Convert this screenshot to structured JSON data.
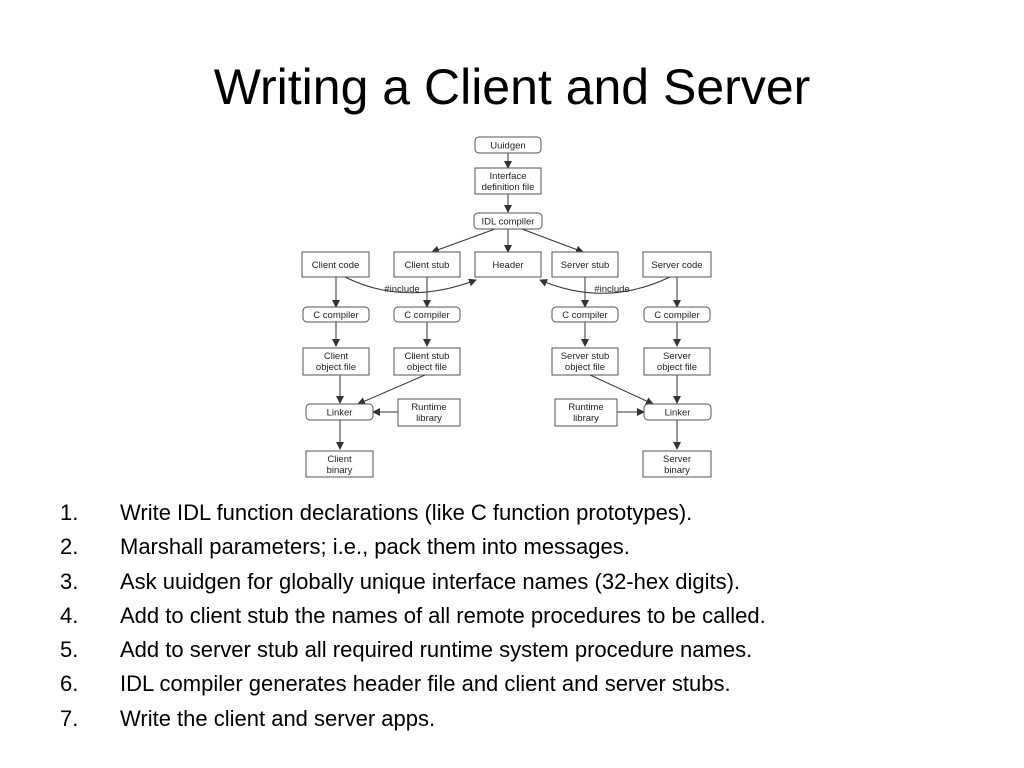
{
  "slide": {
    "title": "Writing a Client and Server"
  },
  "diagram": {
    "boxes": {
      "uuidgen": "Uuidgen",
      "interface_definition_file": [
        "Interface",
        "definition file"
      ],
      "idl_compiler": "IDL compiler",
      "client_code": "Client code",
      "client_stub": "Client stub",
      "header": "Header",
      "server_stub": "Server stub",
      "server_code": "Server code",
      "c_compiler": "C compiler",
      "client_object_file": [
        "Client",
        "object file"
      ],
      "client_stub_object_file": [
        "Client stub",
        "object file"
      ],
      "server_stub_object_file": [
        "Server stub",
        "object file"
      ],
      "server_object_file": [
        "Server",
        "object file"
      ],
      "linker": "Linker",
      "runtime_library": [
        "Runtime",
        "library"
      ],
      "client_binary": [
        "Client",
        "binary"
      ],
      "server_binary": [
        "Server",
        "binary"
      ]
    },
    "include_label": "#include"
  },
  "steps": [
    {
      "num": "1.",
      "text": "Write IDL function declarations (like C function prototypes)."
    },
    {
      "num": "2.",
      "text": "Marshall parameters; i.e., pack them into messages."
    },
    {
      "num": "3.",
      "text": "Ask uuidgen for globally unique interface names (32-hex digits)."
    },
    {
      "num": "4.",
      "text": "Add to client stub the names of all remote procedures to be called."
    },
    {
      "num": "5.",
      "text": "Add to server stub all required runtime system procedure names."
    },
    {
      "num": "6.",
      "text": "IDL compiler generates header file and client and server stubs."
    },
    {
      "num": "7.",
      "text": "Write the client and server apps."
    }
  ]
}
